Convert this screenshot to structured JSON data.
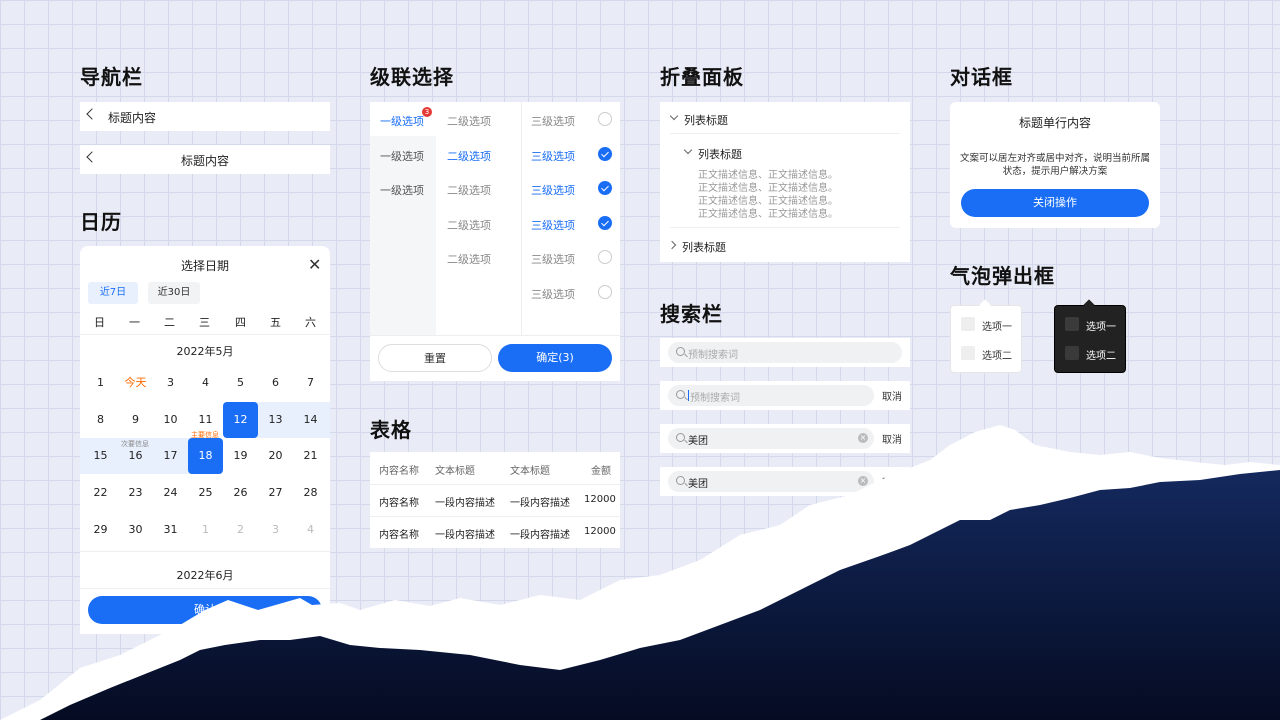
{
  "sections": {
    "navbar": "导航栏",
    "calendar": "日历",
    "cascader": "级联选择",
    "table": "表格",
    "collapse": "折叠面板",
    "search": "搜索栏",
    "dialog": "对话框",
    "popover": "气泡弹出框"
  },
  "navbar": {
    "left_title": "标题内容",
    "center_title": "标题内容"
  },
  "calendar": {
    "title": "选择日期",
    "close_icon": "close-icon",
    "shortcuts": [
      "近7日",
      "近30日"
    ],
    "weekdays": [
      "日",
      "一",
      "二",
      "三",
      "四",
      "五",
      "六"
    ],
    "month1": "2022年5月",
    "month2": "2022年6月",
    "today_label": "今天",
    "note_main": "主要信息",
    "note_sub": "次要信息",
    "weeks": [
      [
        "1",
        "今天",
        "3",
        "4",
        "5",
        "6",
        "7"
      ],
      [
        "8",
        "9",
        "10",
        "11",
        "12",
        "13",
        "14"
      ],
      [
        "15",
        "16",
        "17",
        "18",
        "19",
        "20",
        "21"
      ],
      [
        "22",
        "23",
        "24",
        "25",
        "26",
        "27",
        "28"
      ],
      [
        "29",
        "30",
        "31",
        "1",
        "2",
        "3",
        "4"
      ]
    ],
    "confirm": "确认"
  },
  "cascader": {
    "level1": [
      "一级选项",
      "一级选项",
      "一级选项"
    ],
    "level1_badge": "3",
    "level2": [
      "二级选项",
      "二级选项",
      "二级选项",
      "二级选项",
      "二级选项"
    ],
    "level3": [
      "三级选项",
      "三级选项",
      "三级选项",
      "三级选项",
      "三级选项",
      "三级选项"
    ],
    "reset": "重置",
    "confirm": "确定(3)"
  },
  "table": {
    "headers": [
      "内容名称",
      "文本标题",
      "文本标题",
      "金额"
    ],
    "rows": [
      [
        "内容名称",
        "一段内容描述",
        "一段内容描述",
        "12000"
      ],
      [
        "内容名称",
        "一段内容描述",
        "一段内容描述",
        "12000"
      ]
    ]
  },
  "collapse": {
    "title1": "列表标题",
    "title2": "列表标题",
    "lines": [
      "正文描述信息、正文描述信息。",
      "正文描述信息、正文描述信息。",
      "正文描述信息、正文描述信息。",
      "正文描述信息、正文描述信息。"
    ],
    "title3": "列表标题"
  },
  "search": {
    "placeholder": "预制搜索词",
    "value": "美团",
    "cancel": "取消"
  },
  "dialog": {
    "title": "标题单行内容",
    "body": "文案可以居左对齐或居中对齐，说明当前所属状态，提示用户解决方案",
    "action": "关闭操作"
  },
  "popover": {
    "options": [
      "选项一",
      "选项二"
    ]
  },
  "colors": {
    "accent": "#1a6ef5",
    "today": "#ff6a00",
    "badge": "#e53935",
    "mountain": "#0b1b4a"
  }
}
